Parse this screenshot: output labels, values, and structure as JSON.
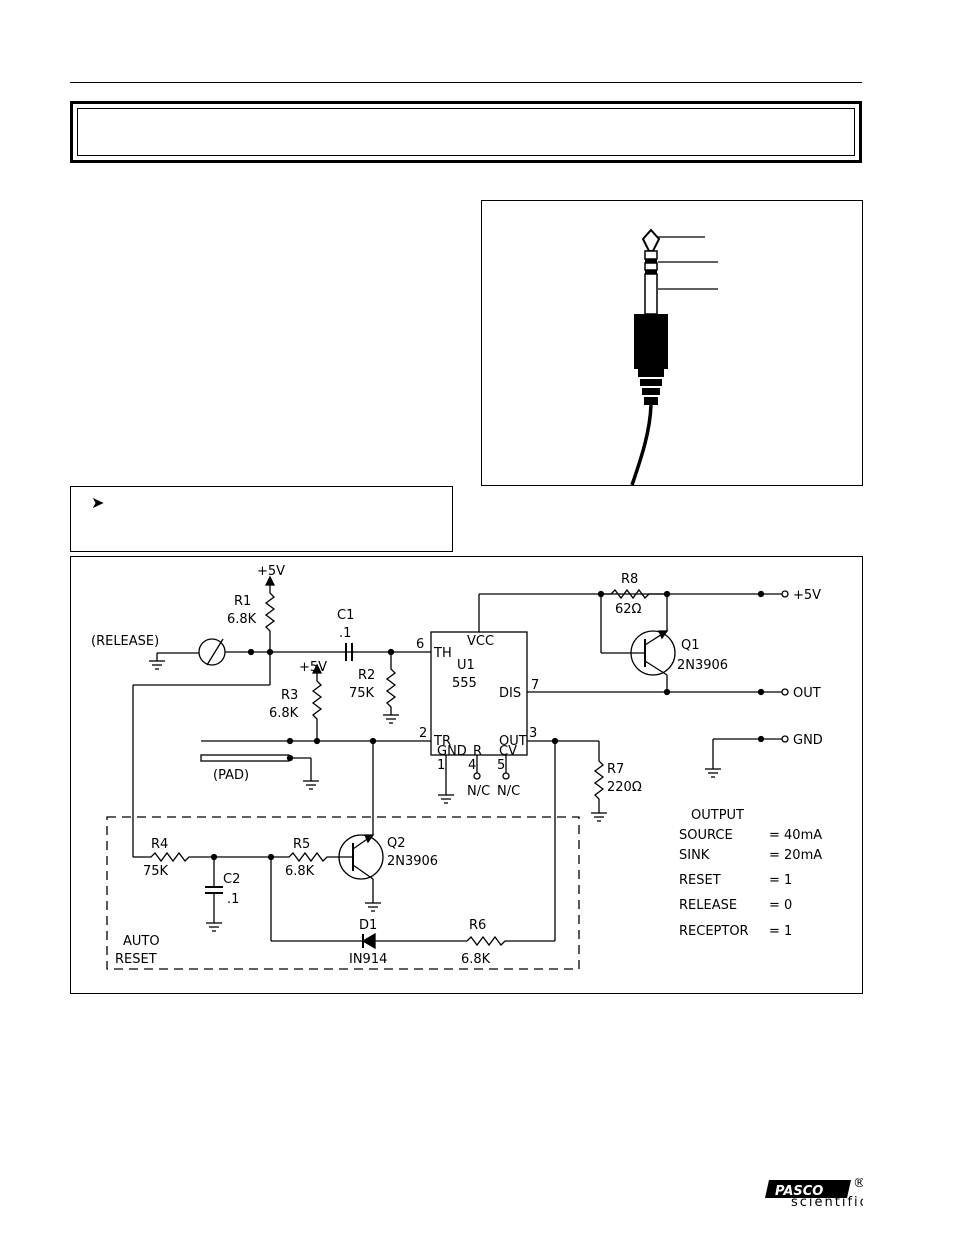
{
  "note": {
    "arrow": "➤"
  },
  "circuit": {
    "labels": {
      "plus5v_r1": "+5V",
      "r1": "R1",
      "r1_value": "6.8K",
      "release": "(RELEASE)",
      "c1": "C1",
      "c1_value": ".1",
      "plus5v_r3": "+5V",
      "r2": "R2",
      "r2_value": "75K",
      "r3": "R3",
      "r3_value": "6.8K",
      "pad": "(PAD)",
      "u1": "U1",
      "u1_part": "555",
      "vcc": "VCC",
      "th": "TH",
      "dis": "DIS",
      "tr": "TR",
      "out_pin": "OUT",
      "gnd_pin": "GND",
      "r_pin": "R",
      "cv_pin": "CV",
      "pin6": "6",
      "pin7": "7",
      "pin2": "2",
      "pin3": "3",
      "pin1": "1",
      "pin4": "4",
      "pin5": "5",
      "nc1": "N/C",
      "nc2": "N/C",
      "r8": "R8",
      "r8_value": "62Ω",
      "q1": "Q1",
      "q1_part": "2N3906",
      "plus5v_out": "+5V",
      "out": "OUT",
      "gnd": "GND",
      "r7": "R7",
      "r7_value": "220Ω",
      "r4": "R4",
      "r4_value": "75K",
      "c2": "C2",
      "c2_value": ".1",
      "r5": "R5",
      "r5_value": "6.8K",
      "q2": "Q2",
      "q2_part": "2N3906",
      "d1": "D1",
      "d1_part": "IN914",
      "r6": "R6",
      "r6_value": "6.8K",
      "auto": "AUTO",
      "reset": "RESET"
    },
    "output_table": {
      "heading": "OUTPUT",
      "rows": [
        {
          "name": "SOURCE",
          "value": "= 40mA"
        },
        {
          "name": "SINK",
          "value": "= 20mA"
        },
        {
          "name": "RESET",
          "value": "= 1"
        },
        {
          "name": "RELEASE",
          "value": "= 0"
        },
        {
          "name": "RECEPTOR",
          "value": "= 1"
        }
      ]
    }
  },
  "logo": {
    "brand": "PASCO",
    "tagline": "scientific",
    "registered": "®"
  }
}
